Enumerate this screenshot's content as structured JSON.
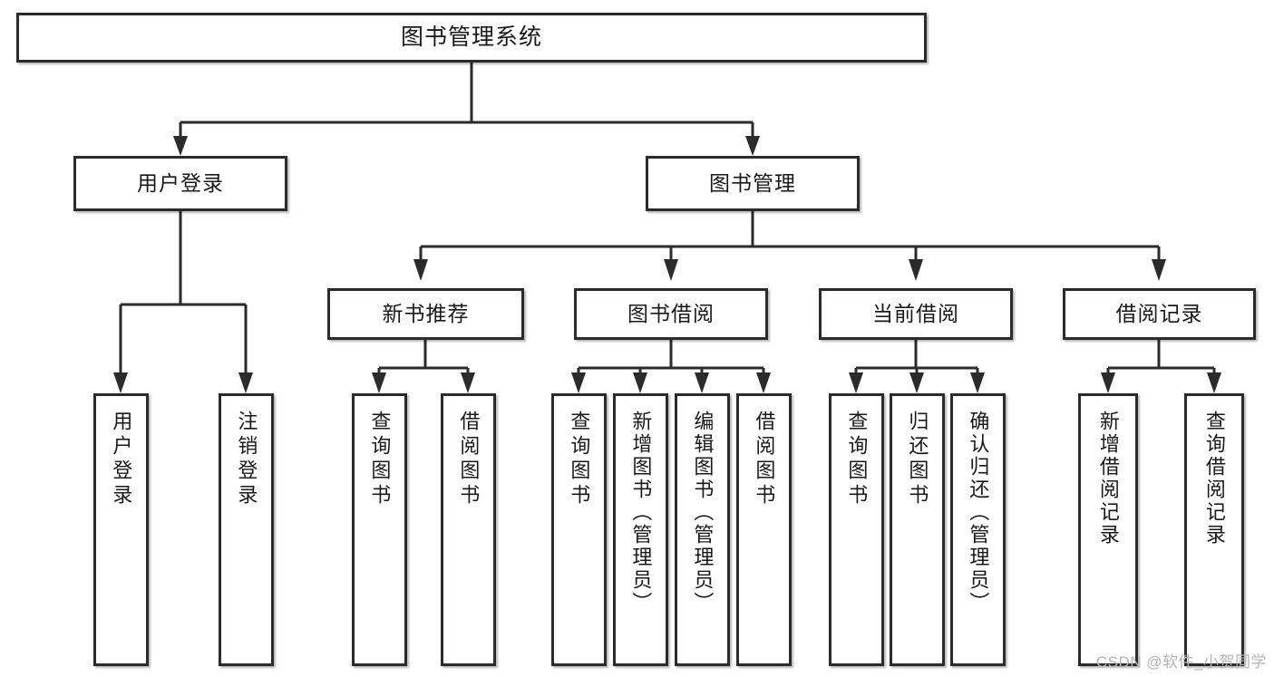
{
  "diagram": {
    "title": "图书管理系统",
    "type": "功能结构图",
    "background_color": "#ffffff",
    "line_color": "#2b2b2b",
    "box_border_color": "#2b2b2b",
    "text_color": "#1a1a1a"
  },
  "root": {
    "label": "图书管理系统"
  },
  "level2": [
    {
      "label": "用户登录"
    },
    {
      "label": "图书管理"
    }
  ],
  "level3": [
    {
      "label": "新书推荐"
    },
    {
      "label": "图书借阅"
    },
    {
      "label": "当前借阅"
    },
    {
      "label": "借阅记录"
    }
  ],
  "leaves": {
    "user_login": [
      {
        "label": "用户登录"
      },
      {
        "label": "注销登录"
      }
    ],
    "new_book_recommend": [
      {
        "label": "查询图书"
      },
      {
        "label": "借阅图书"
      }
    ],
    "book_borrow": [
      {
        "label": "查询图书"
      },
      {
        "label": "新增图书（管理员）"
      },
      {
        "label": "编辑图书（管理员）"
      },
      {
        "label": "借阅图书"
      }
    ],
    "current_borrow": [
      {
        "label": "查询图书"
      },
      {
        "label": "归还图书"
      },
      {
        "label": "确认归还（管理员）"
      }
    ],
    "borrow_record": [
      {
        "label": "新增借阅记录"
      },
      {
        "label": "查询借阅记录"
      }
    ]
  },
  "watermark": {
    "text": "CSDN @软件_小贺同学"
  }
}
